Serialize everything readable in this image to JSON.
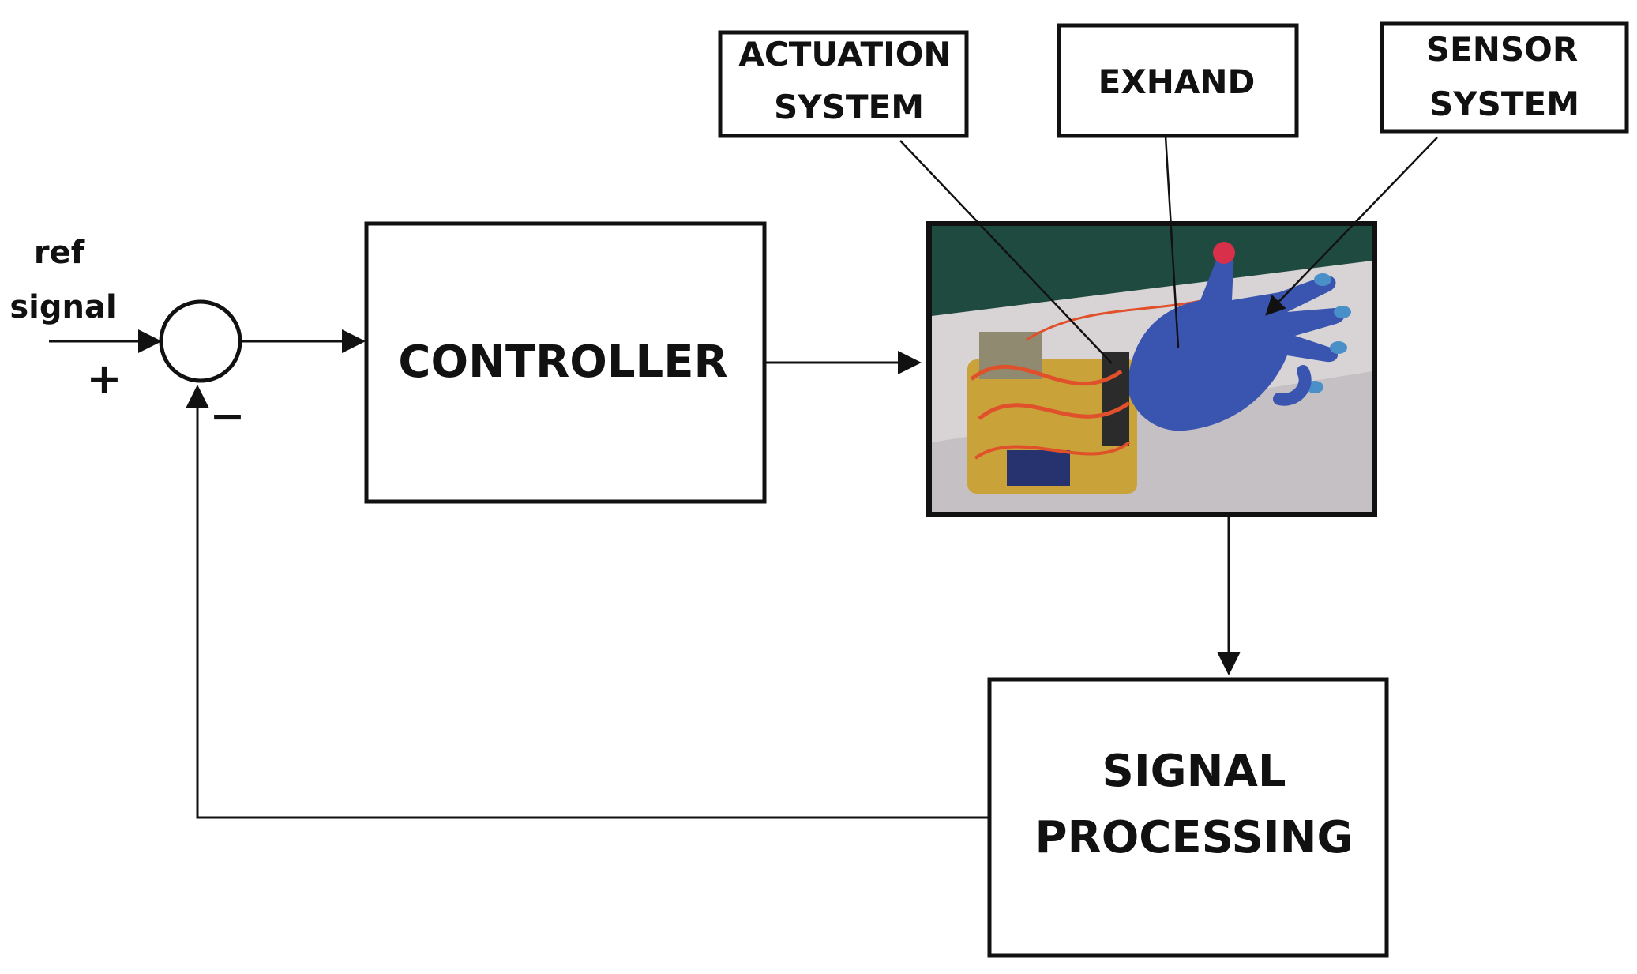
{
  "diagram": {
    "input": {
      "line1": "ref",
      "line2": "signal"
    },
    "summing_junction": {
      "plus_sign": "+",
      "minus_sign": "−"
    },
    "blocks": {
      "controller": "CONTROLLER",
      "signal_processing": {
        "line1": "SIGNAL",
        "line2": "PROCESSING"
      }
    },
    "callouts": {
      "actuation_system": {
        "line1": "ACTUATION",
        "line2": "SYSTEM"
      },
      "exhand": "EXHAND",
      "sensor_system": {
        "line1": "SENSOR",
        "line2": "SYSTEM"
      }
    },
    "photo": {
      "alt": "glove photo"
    },
    "colors": {
      "stroke": "#111111",
      "photo_wall": "#1f4a3f",
      "photo_table": "#d8d4d6",
      "glove": "#3a55b0",
      "glove_tip": "#d8304a",
      "electronics": "#c9a23a",
      "wires": "#e0502a"
    }
  }
}
